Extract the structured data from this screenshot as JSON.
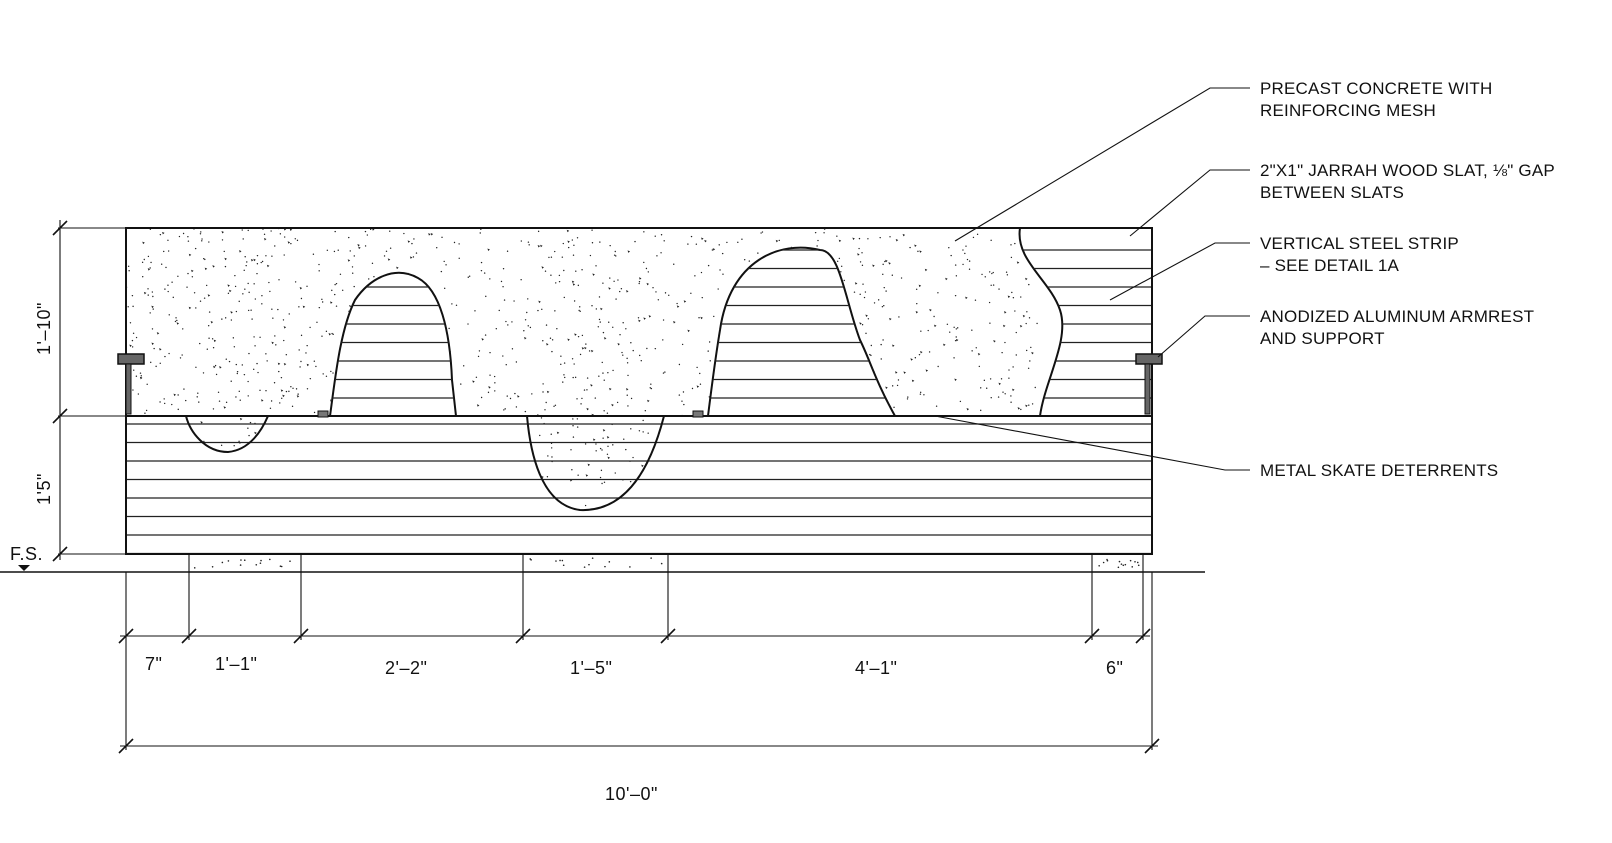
{
  "callouts": [
    {
      "line1": "PRECAST CONCRETE WITH",
      "line2": "REINFORCING MESH"
    },
    {
      "line1": "2\"X1\" JARRAH WOOD SLAT, ⅛\" GAP",
      "line2": "BETWEEN SLATS"
    },
    {
      "line1": "VERTICAL STEEL STRIP",
      "line2": "– SEE DETAIL 1A"
    },
    {
      "line1": "ANODIZED ALUMINUM ARMREST",
      "line2": "AND SUPPORT"
    },
    {
      "line1": "METAL SKATE DETERRENTS",
      "line2": ""
    }
  ],
  "dimensions": {
    "vertical": {
      "upper": "1'–10\"",
      "lower": "1'5\""
    },
    "horizontal": [
      "7\"",
      "1'–1\"",
      "2'–2\"",
      "1'–5\"",
      "4'–1\"",
      "6\""
    ],
    "overall": "10'–0\""
  },
  "finished_surface": "F.S.",
  "colors": {
    "line": "#111111",
    "background": "#ffffff"
  }
}
